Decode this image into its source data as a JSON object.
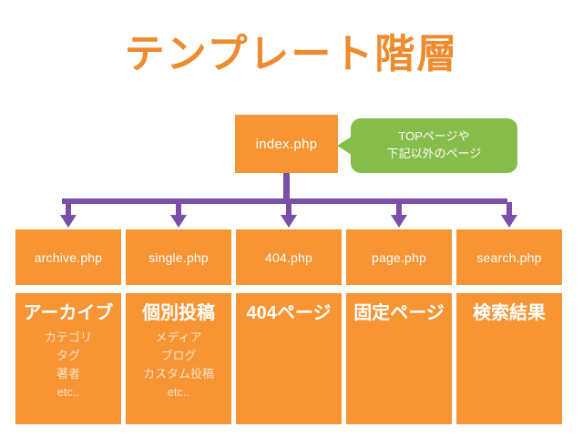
{
  "page": {
    "title": "テンプレート階層",
    "title_color": "#EE8B2D",
    "background_color": "#ffffff",
    "box_color": "#F79434",
    "callout_color": "#85BC4A",
    "connector_color": "#7B4EA8"
  },
  "root": {
    "label": "index.php"
  },
  "callout": {
    "line1": "TOPページや",
    "line2": "下記以外のページ"
  },
  "columns": [
    {
      "file": "archive.php",
      "heading": "アーカイブ",
      "items": [
        "カテゴリ",
        "タグ",
        "著者",
        "etc.."
      ]
    },
    {
      "file": "single.php",
      "heading": "個別投稿",
      "items": [
        "メディア",
        "ブログ",
        "カスタム投稿",
        "etc.."
      ]
    },
    {
      "file": "404.php",
      "heading": "404ページ",
      "items": []
    },
    {
      "file": "page.php",
      "heading": "固定ページ",
      "items": []
    },
    {
      "file": "search.php",
      "heading": "検索結果",
      "items": []
    }
  ]
}
